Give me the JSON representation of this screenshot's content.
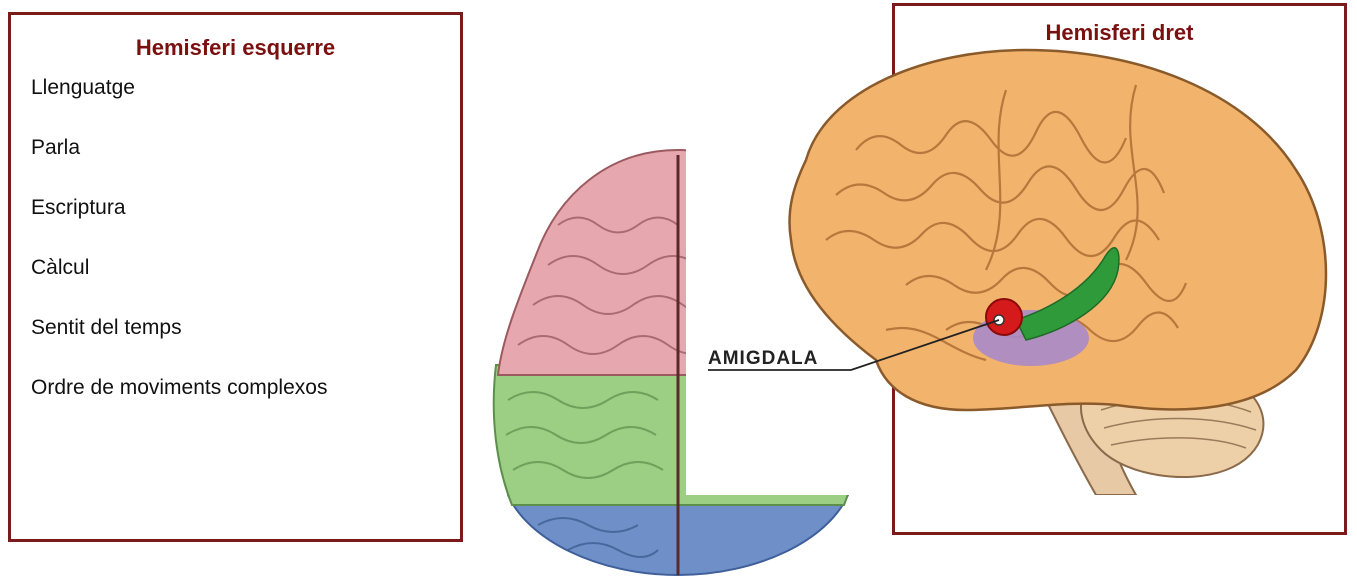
{
  "left_panel": {
    "title": "Hemisferi esquerre",
    "items": [
      "Llenguatge",
      "Parla",
      "Escriptura",
      "Càlcul",
      "Sentit del temps",
      "Ordre de moviments complexos"
    ]
  },
  "right_panel": {
    "title": "Hemisferi dret"
  },
  "brain_side": {
    "label": "AMIGDALA"
  },
  "colors": {
    "border": "#7a1a1a",
    "title": "#7a1010",
    "brain_orange": "#f2b36d",
    "frontal_pink": "#e6a8ae",
    "parietal_green": "#9ccf84",
    "occipital_blue": "#6f8fc8",
    "amygdala_red": "#d41a1a",
    "hippocampus_green": "#2e9a3a",
    "region_purple": "#a98ac8"
  }
}
